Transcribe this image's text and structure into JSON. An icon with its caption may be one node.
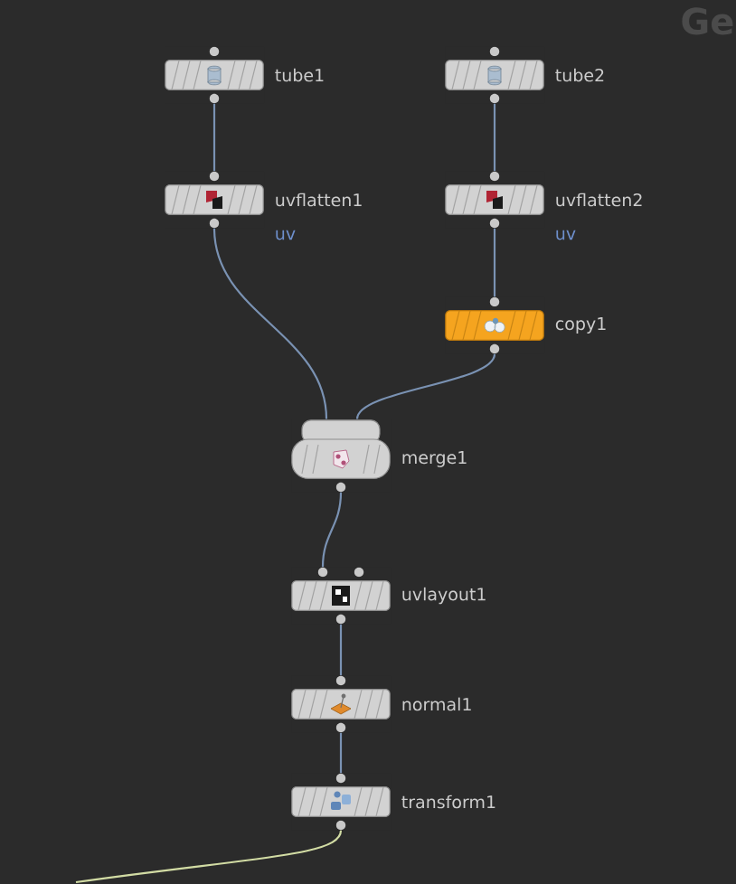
{
  "diagram": {
    "nodes": [
      {
        "text": [
          "tube1"
        ]
      },
      {
        "text": [
          "tube2"
        ]
      },
      {
        "text": [
          "uvflatten1"
        ],
        "beside": [
          "uv"
        ]
      },
      {
        "text": [
          "uvflatten2"
        ],
        "beside": [
          "uv"
        ]
      },
      {
        "text": [
          "copy1"
        ]
      },
      {
        "text": [
          "merge1"
        ]
      },
      {
        "text": [
          "uvlayout1"
        ]
      },
      {
        "text": [
          "normal1"
        ]
      },
      {
        "text": [
          "transform1"
        ]
      }
    ],
    "edges": [
      {
        "from": 0,
        "to": 2,
        "arrow": "none"
      },
      {
        "from": 1,
        "to": 3,
        "arrow": "none"
      },
      {
        "from": 3,
        "to": 4,
        "arrow": "none"
      },
      {
        "from": 2,
        "to": 5,
        "arrow": "none"
      },
      {
        "from": 4,
        "to": 5,
        "arrow": "none"
      },
      {
        "from": 5,
        "to": 6,
        "arrow": "none"
      },
      {
        "from": 6,
        "to": 7,
        "arrow": "none"
      },
      {
        "from": 7,
        "to": 8,
        "arrow": "none"
      },
      {
        "from": 8,
        "to": null,
        "arrow": "none",
        "color": "#d2dca4"
      }
    ],
    "labels": [
      "Ge"
    ]
  }
}
